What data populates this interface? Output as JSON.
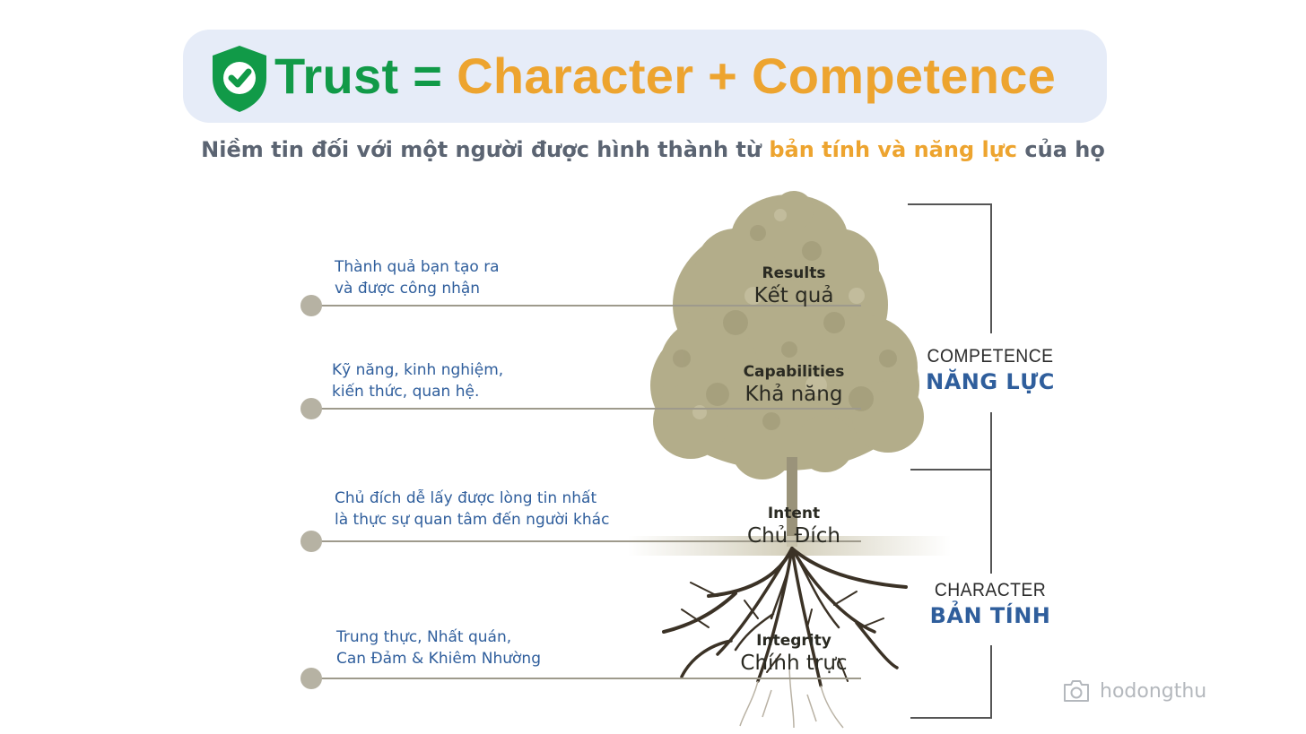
{
  "header": {
    "title_trust": "Trust",
    "title_equals": "=",
    "title_rest": "Character + Competence",
    "subtitle_before": "Niềm tin đối với một người được hình thành từ",
    "subtitle_highlight": "bản tính và năng lực",
    "subtitle_after": "của họ",
    "icon": "shield-check-icon",
    "colors": {
      "green": "#119a48",
      "orange": "#eda42f",
      "pill": "#e6ecf8",
      "subtitle": "#5b6472"
    }
  },
  "annotations": [
    {
      "line1": "Thành quả bạn tạo ra",
      "line2": "và được công nhận"
    },
    {
      "line1": "Kỹ năng, kinh nghiệm,",
      "line2": "kiến thức, quan hệ."
    },
    {
      "line1": "Chủ đích dễ lấy được lòng tin nhất",
      "line2": "là thực sự quan tâm đến người khác"
    },
    {
      "line1": "Trung thực, Nhất quán,",
      "line2": "Can Đảm & Khiêm Nhường"
    }
  ],
  "tree_labels": [
    {
      "en": "Results",
      "vi": "Kết quả"
    },
    {
      "en": "Capabilities",
      "vi": "Khả năng"
    },
    {
      "en": "Intent",
      "vi": "Chủ Đích"
    },
    {
      "en": "Integrity",
      "vi": "Chính trực"
    }
  ],
  "brackets": [
    {
      "en": "COMPETENCE",
      "vi": "NĂNG LỰC"
    },
    {
      "en": "CHARACTER",
      "vi": "BẢN TÍNH"
    }
  ],
  "watermark": {
    "text": "hodongthu",
    "icon": "camera-icon"
  },
  "colors": {
    "annotation": "#2f5e9c",
    "tree": "#b3ad8a",
    "roots": "#3b3226",
    "line": "#9e9a8c"
  }
}
